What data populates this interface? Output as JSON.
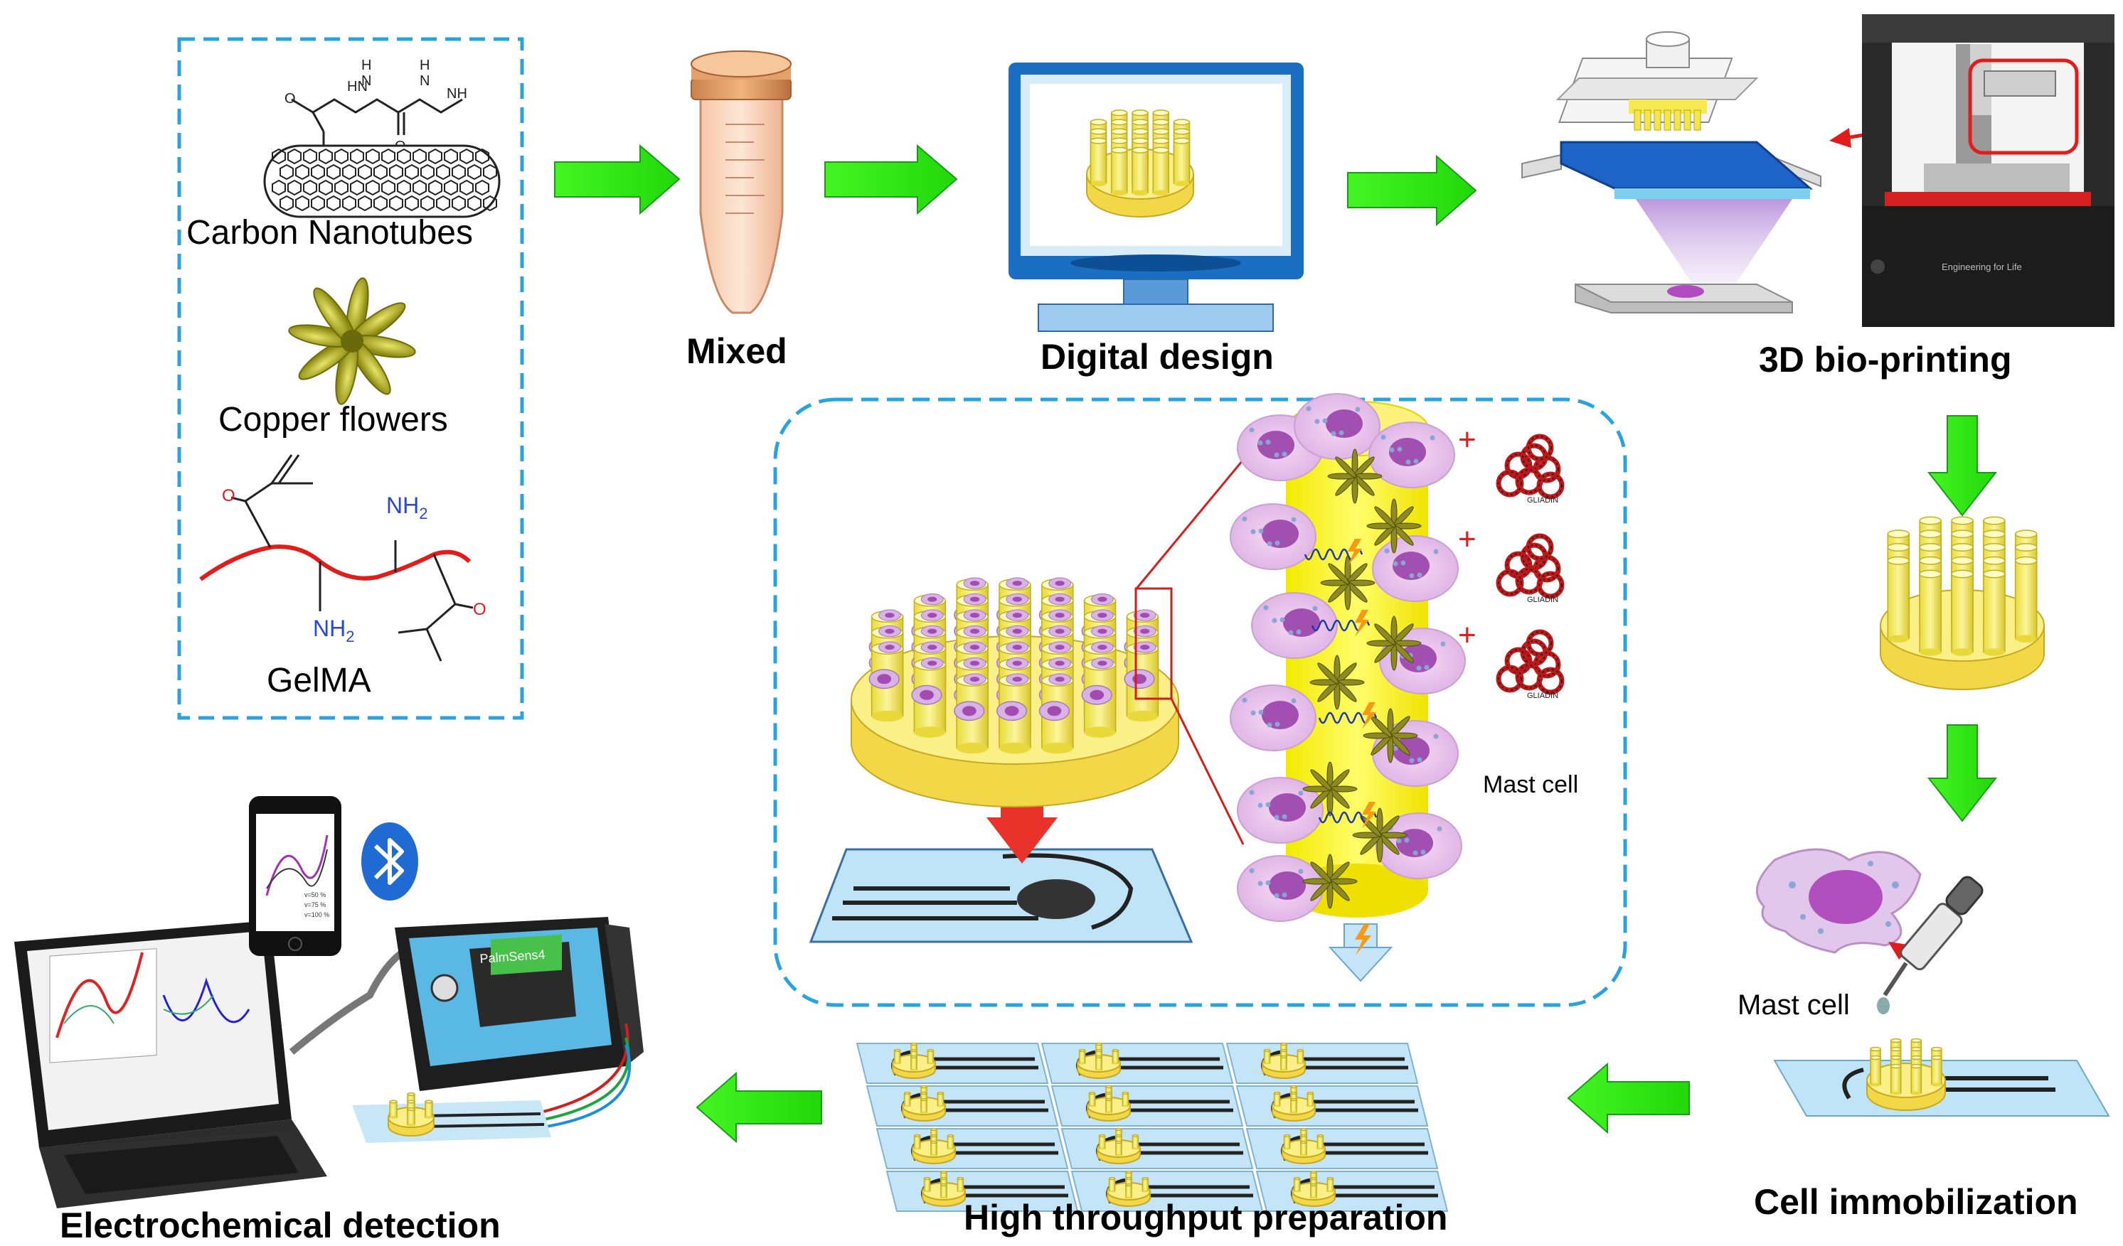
{
  "ingredients": {
    "carbon_nanotubes": "Carbon Nanotubes",
    "copper_flowers": "Copper flowers",
    "gelma": "GelMA",
    "chem": {
      "hn": "HN",
      "h": "H",
      "n": "N",
      "nh2": "NH",
      "sub2": "2",
      "o": "O"
    }
  },
  "steps": {
    "mixed": "Mixed",
    "digital_design": "Digital design",
    "bioprinting": "3D bio-printing",
    "cell_immobilization": "Cell immobilization",
    "high_throughput": "High throughput preparation",
    "electrochemical": "Electrochemical detection"
  },
  "detail": {
    "gliadin": "GLIADIN",
    "plus": "+",
    "mast_cell": "Mast cell"
  },
  "cell_immobilization_label": "Mast cell",
  "device": {
    "brand": "PalmSens4",
    "printer_brand": "Engineering for Life",
    "phone_legend": [
      "v=50 %",
      "v=75 %",
      "v=100 %"
    ]
  },
  "colors": {
    "arrow_green": "#33ee11",
    "dashed_box": "#29a3dd",
    "scaffold_yellow": "#f7ea62",
    "cell_purple": "#a14fb0"
  }
}
